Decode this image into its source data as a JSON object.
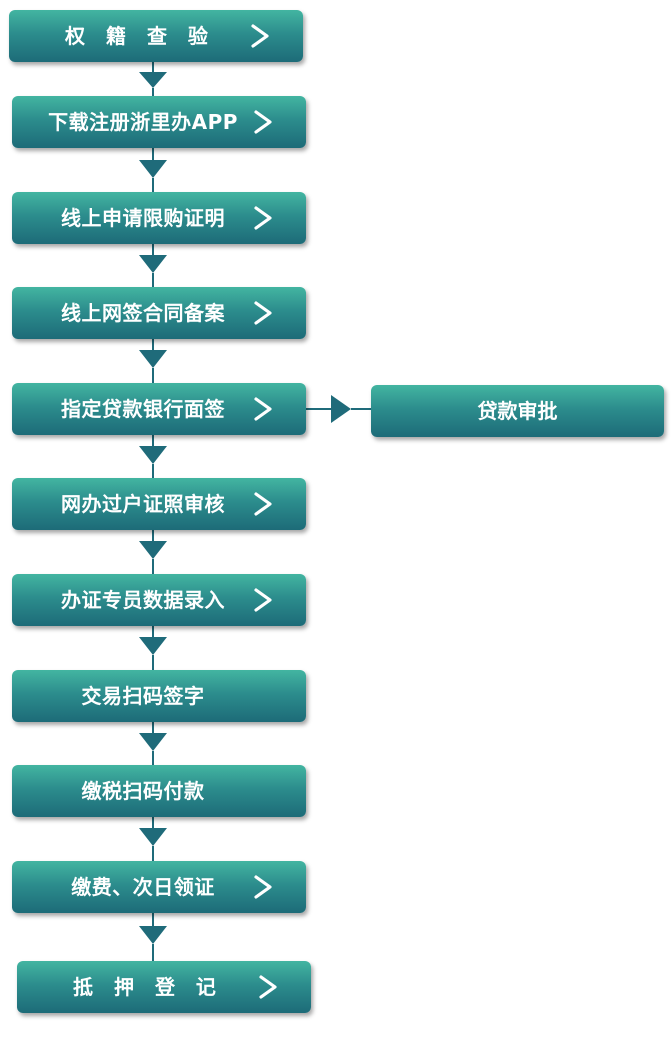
{
  "steps": [
    {
      "label": "权 籍 查 验",
      "chevron": true
    },
    {
      "label": "下载注册浙里办APP",
      "chevron": true
    },
    {
      "label": "线上申请限购证明",
      "chevron": true
    },
    {
      "label": "线上网签合同备案",
      "chevron": true
    },
    {
      "label": "指定贷款银行面签",
      "chevron": true
    },
    {
      "label": "网办过户证照审核",
      "chevron": true
    },
    {
      "label": "办证专员数据录入",
      "chevron": true
    },
    {
      "label": "交易扫码签字",
      "chevron": false
    },
    {
      "label": "缴税扫码付款",
      "chevron": false
    },
    {
      "label": "缴费、次日领证",
      "chevron": true
    },
    {
      "label": "抵 押 登 记",
      "chevron": true
    }
  ],
  "side_step": {
    "label": "贷款审批"
  },
  "colors": {
    "box_top": "#43b5a1",
    "box_bottom": "#1d6b78",
    "connector": "#1f6b7a",
    "text": "#ffffff"
  },
  "icons": {
    "chevron": "chevron-right-icon",
    "arrow": "arrow-down-icon"
  }
}
